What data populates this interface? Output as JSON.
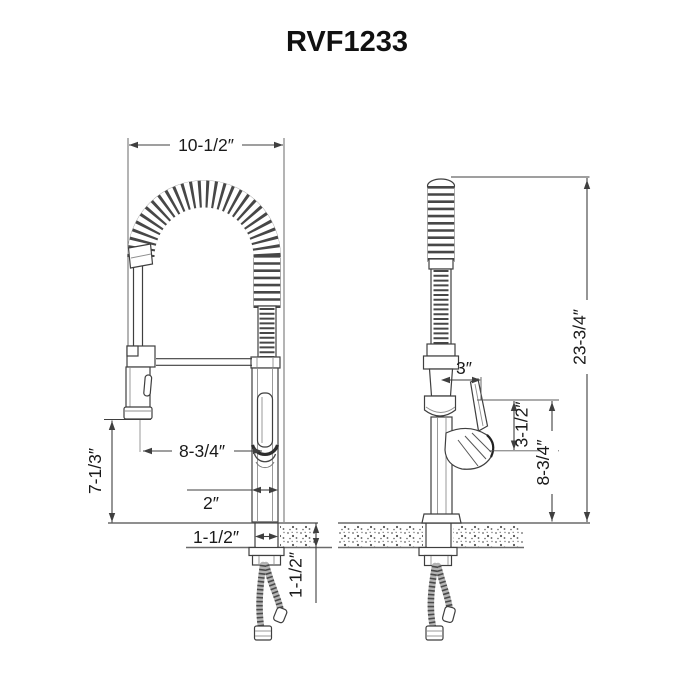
{
  "title": "RVF1233",
  "front": {
    "overall_width": "10-1/2″",
    "wand_clearance": "7-1/3″",
    "wand_to_spout": "8-3/4″",
    "body_width": "2″",
    "shank_width": "1-1/2″",
    "deck_thickness": "1-1/2″"
  },
  "side": {
    "handle_reach": "3″",
    "handle_drop": "3-1/2″",
    "spout_height": "8-3/4″",
    "overall_height": "23-3/4″"
  },
  "colors": {
    "line": "#3f3f3f",
    "text": "#1a1a1a",
    "deck_line": "#6a6a6a",
    "background": "#ffffff"
  }
}
